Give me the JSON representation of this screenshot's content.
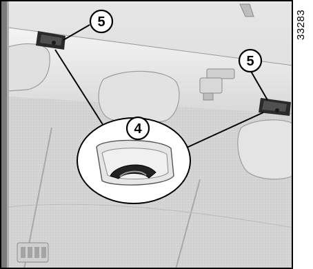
{
  "figure_ref": "33283",
  "callouts": {
    "left_anchor": "5",
    "right_anchor": "5",
    "detail": "4"
  }
}
